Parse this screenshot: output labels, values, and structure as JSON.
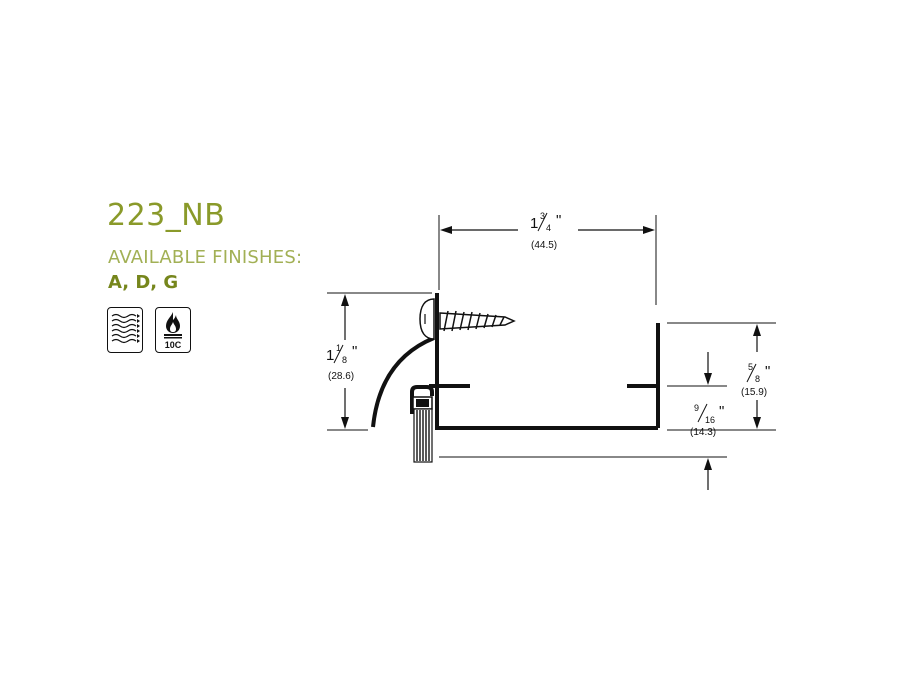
{
  "product": {
    "model": "223_NB",
    "finishes_label": "AVAILABLE FINISHES:",
    "finishes": "A, D, G"
  },
  "badges": [
    {
      "name": "smoke-rated",
      "icon": "smoke-icon"
    },
    {
      "name": "fire-rated",
      "icon": "fire-icon",
      "code": "10C"
    }
  ],
  "dimensions": {
    "width": {
      "whole": "1",
      "num": "3",
      "den": "4",
      "unit": "\"",
      "metric": "(44.5)"
    },
    "height": {
      "whole": "1",
      "num": "1",
      "den": "8",
      "unit": "\"",
      "metric": "(28.6)"
    },
    "flange": {
      "num": "5",
      "den": "8",
      "unit": "\"",
      "metric": "(15.9)"
    },
    "gap": {
      "num": "9",
      "den": "16",
      "unit": "\"",
      "metric": "(14.3)"
    }
  },
  "colors": {
    "brand_green": "#8a9a2a",
    "line": "#111111"
  }
}
